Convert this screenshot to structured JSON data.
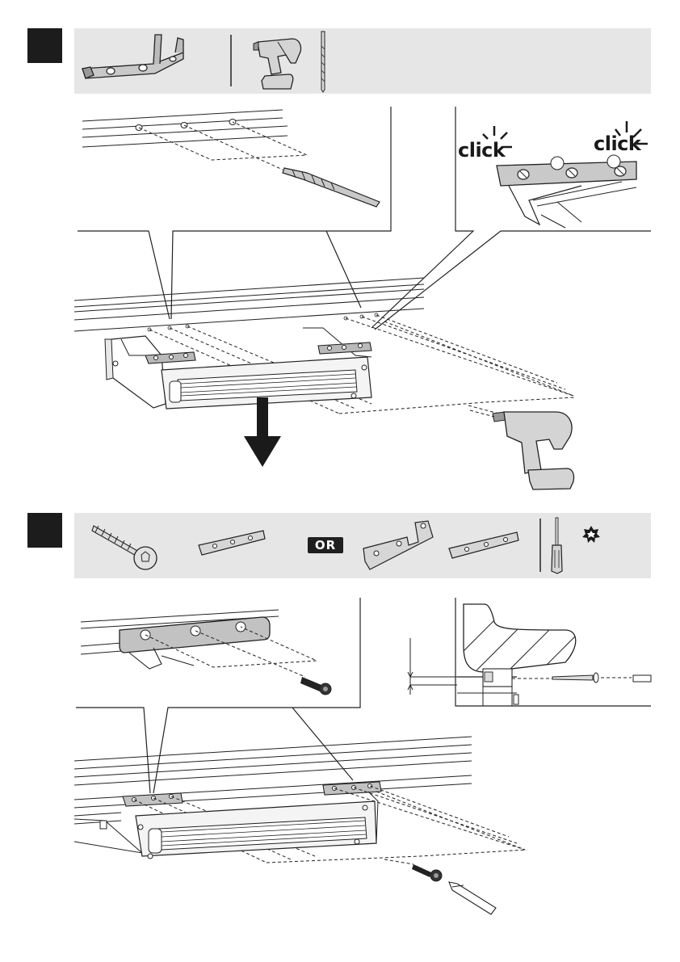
{
  "document": {
    "step1": {
      "callout_right": {
        "click_label_left": "click",
        "click_label_right": "click"
      }
    },
    "step2": {
      "toolbar": {
        "or_label": "OR"
      }
    }
  },
  "colors": {
    "step_badge": "#1c1c1c",
    "toolbar_bg": "#e6e6e6",
    "part_fill": "#c9c9c9",
    "drill_fill": "#d4d4d4",
    "line": "#222222",
    "arrow": "#1a1a1a"
  },
  "icons": [
    "step-number-badge",
    "mounting-bracket-icon",
    "cordless-drill-icon",
    "drill-bit-icon",
    "wood-screw-icon",
    "flat-mounting-plate-icon",
    "offset-mounting-plate-icon",
    "screwdriver-icon",
    "torx-bit-icon",
    "down-arrow-icon",
    "click-burst-icon"
  ]
}
